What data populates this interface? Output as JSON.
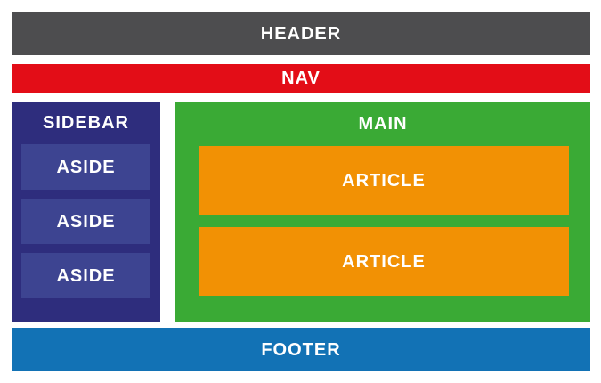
{
  "layout": {
    "page_background": "#ffffff",
    "text_color": "#ffffff",
    "header": {
      "label": "HEADER",
      "color": "#4d4d4f"
    },
    "nav": {
      "label": "NAV",
      "color": "#e30d17"
    },
    "sidebar": {
      "label": "SIDEBAR",
      "color": "#2e2d7d",
      "aside_color": "#3d4491",
      "asides": [
        "ASIDE",
        "ASIDE",
        "ASIDE"
      ]
    },
    "main": {
      "label": "MAIN",
      "color": "#3aaa35",
      "article_color": "#f29104",
      "articles": [
        "ARTICLE",
        "ARTICLE"
      ]
    },
    "footer": {
      "label": "FOOTER",
      "color": "#1272b5"
    }
  }
}
